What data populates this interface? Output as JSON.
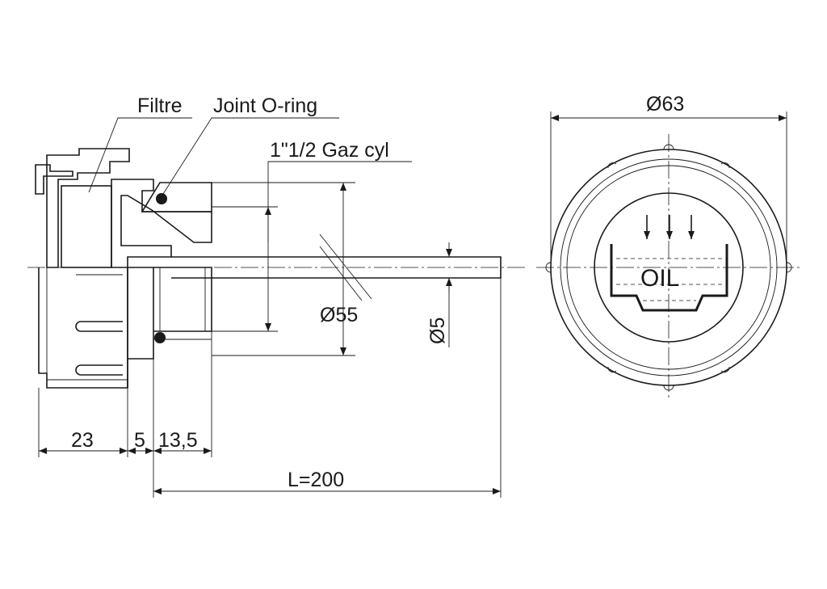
{
  "labels": {
    "filter": "Filtre",
    "oring": "Joint O-ring",
    "thread": "1\"1/2 Gaz cyl",
    "oil": "OIL"
  },
  "dimensions": {
    "outer_diameter": "Ø63",
    "body_diameter": "Ø55",
    "rod_diameter": "Ø5",
    "cap_height": "23",
    "gap": "5",
    "thread_length": "13,5",
    "rod_length": "L=200"
  }
}
